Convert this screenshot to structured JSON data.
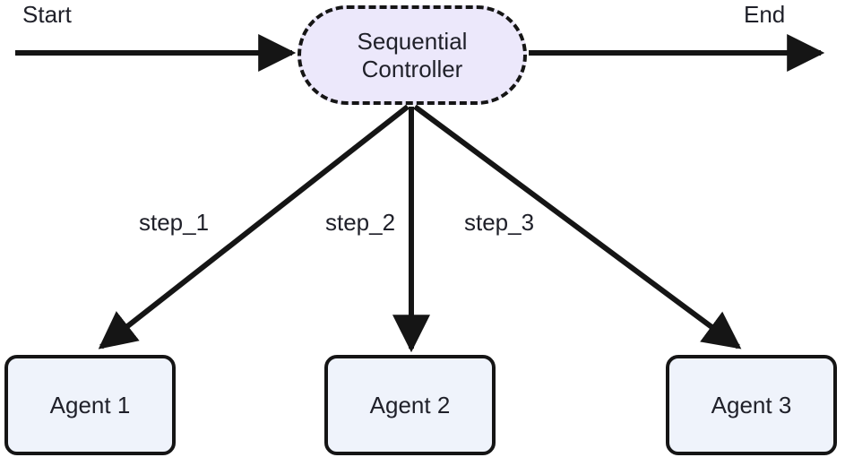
{
  "diagram": {
    "type": "flowchart",
    "background_color": "#ffffff",
    "text_color": "#1f2029",
    "stroke_color": "#151515",
    "nodes": [
      {
        "id": "controller",
        "label": "Sequential\nController",
        "shape": "stadium",
        "border_style": "dashed",
        "fill_color": "#ece8fb",
        "border_color": "#151515"
      },
      {
        "id": "agent_1",
        "label": "Agent 1",
        "shape": "rounded-rect",
        "border_style": "solid",
        "fill_color": "#eff3fb",
        "border_color": "#151515"
      },
      {
        "id": "agent_2",
        "label": "Agent 2",
        "shape": "rounded-rect",
        "border_style": "solid",
        "fill_color": "#eff3fb",
        "border_color": "#151515"
      },
      {
        "id": "agent_3",
        "label": "Agent 3",
        "shape": "rounded-rect",
        "border_style": "solid",
        "fill_color": "#eff3fb",
        "border_color": "#151515"
      }
    ],
    "edges": [
      {
        "id": "edge_start",
        "label": "Start",
        "from": "start",
        "to": "controller",
        "arrowhead": true
      },
      {
        "id": "edge_end",
        "label": "End",
        "from": "controller",
        "to": "end",
        "arrowhead": true
      },
      {
        "id": "edge_step_1",
        "label": "step_1",
        "from": "controller",
        "to": "agent_1",
        "arrowhead": true
      },
      {
        "id": "edge_step_2",
        "label": "step_2",
        "from": "controller",
        "to": "agent_2",
        "arrowhead": true
      },
      {
        "id": "edge_step_3",
        "label": "step_3",
        "from": "controller",
        "to": "agent_3",
        "arrowhead": true
      }
    ]
  }
}
